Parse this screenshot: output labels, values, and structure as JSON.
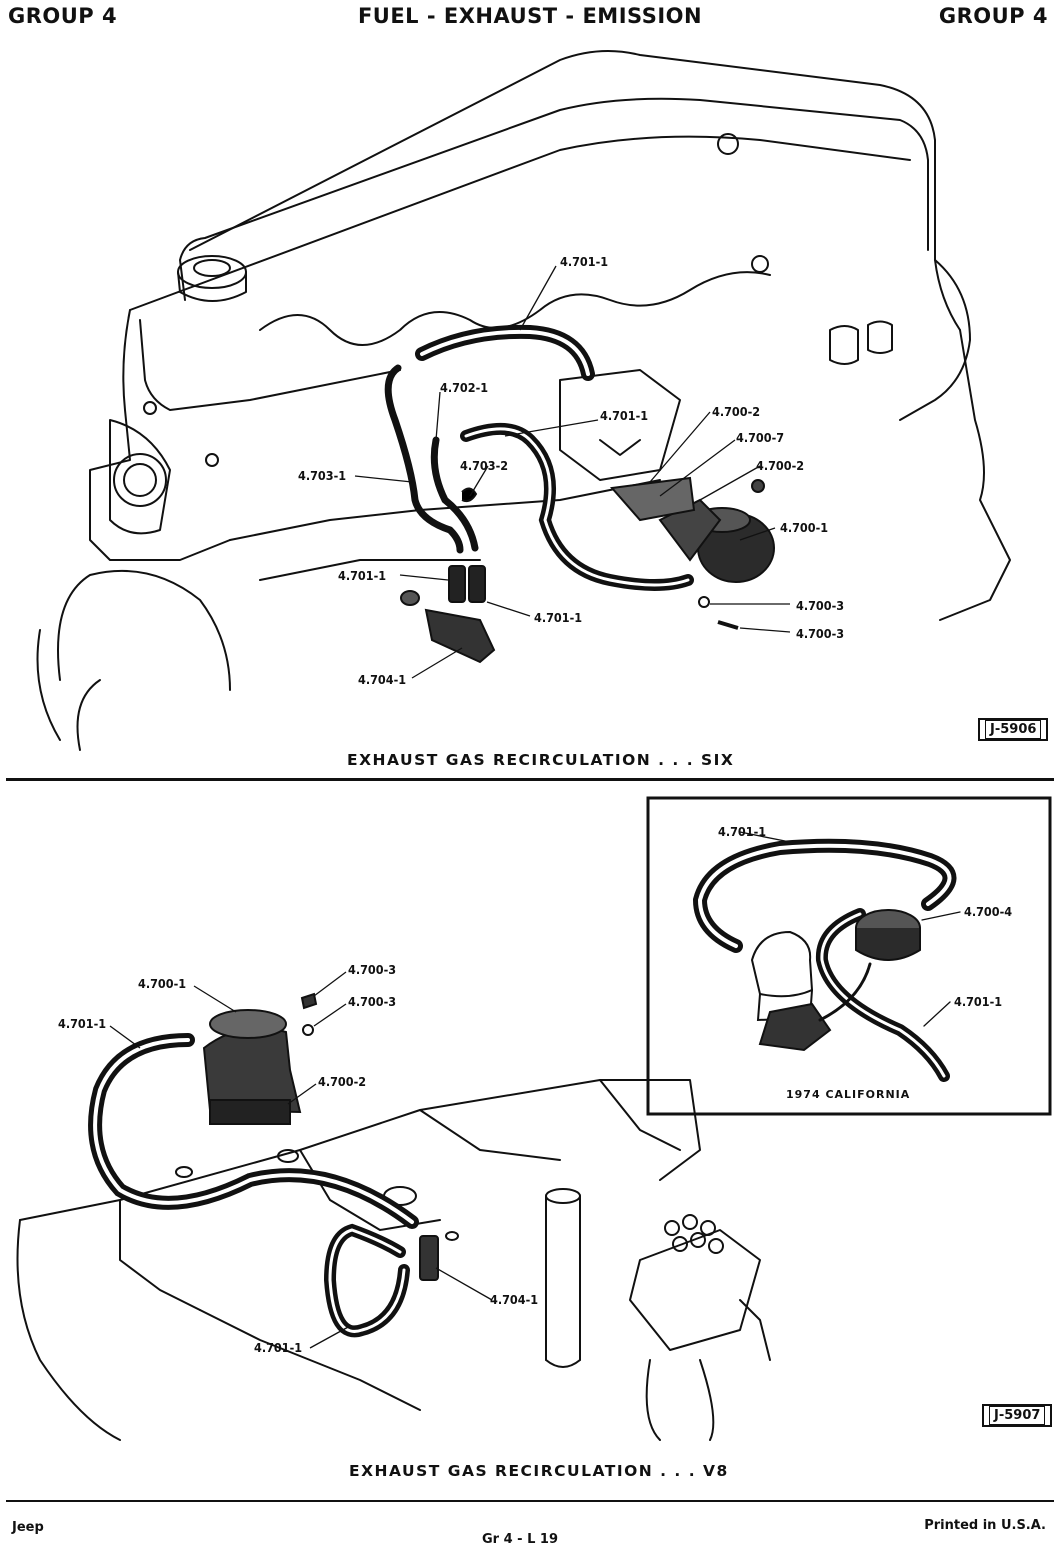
{
  "header": {
    "left": "GROUP 4",
    "center": "FUEL - EXHAUST - EMISSION",
    "right": "GROUP 4"
  },
  "top_figure": {
    "caption": "EXHAUST GAS RECIRCULATION . . . SIX",
    "ref": "J-5906",
    "callouts": [
      {
        "id": "c1",
        "text": "4.701-1"
      },
      {
        "id": "c2",
        "text": "4.702-1"
      },
      {
        "id": "c3",
        "text": "4.701-1"
      },
      {
        "id": "c4",
        "text": "4.700-2"
      },
      {
        "id": "c5",
        "text": "4.700-7"
      },
      {
        "id": "c6",
        "text": "4.700-2"
      },
      {
        "id": "c7",
        "text": "4.703-1"
      },
      {
        "id": "c8",
        "text": "4.703-2"
      },
      {
        "id": "c9",
        "text": "4.700-1"
      },
      {
        "id": "c10",
        "text": "4.701-1"
      },
      {
        "id": "c11",
        "text": "4.701-1"
      },
      {
        "id": "c12",
        "text": "4.700-3"
      },
      {
        "id": "c13",
        "text": "4.700-3"
      },
      {
        "id": "c14",
        "text": "4.704-1"
      }
    ]
  },
  "inset": {
    "caption": "1974 CALIFORNIA",
    "callouts": [
      {
        "id": "i1",
        "text": "4.701-1"
      },
      {
        "id": "i2",
        "text": "4.700-4"
      },
      {
        "id": "i3",
        "text": "4.701-1"
      }
    ]
  },
  "bottom_figure": {
    "caption": "EXHAUST GAS RECIRCULATION . . . V8",
    "ref": "J-5907",
    "callouts": [
      {
        "id": "b1",
        "text": "4.700-3"
      },
      {
        "id": "b2",
        "text": "4.700-1"
      },
      {
        "id": "b3",
        "text": "4.700-3"
      },
      {
        "id": "b4",
        "text": "4.701-1"
      },
      {
        "id": "b5",
        "text": "4.700-2"
      },
      {
        "id": "b6",
        "text": "4.704-1"
      },
      {
        "id": "b7",
        "text": "4.701-1"
      }
    ]
  },
  "footer": {
    "left": "Jeep",
    "center": "Gr 4 - L 19",
    "right": "Printed in U.S.A."
  }
}
